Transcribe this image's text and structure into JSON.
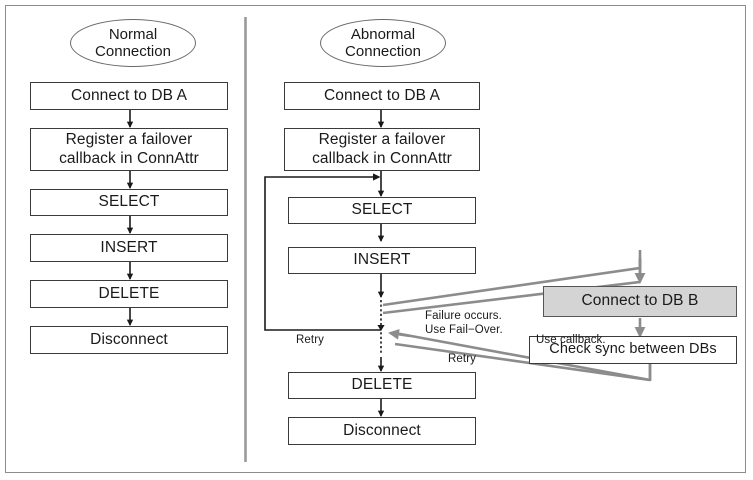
{
  "diagram": {
    "title": "Normal vs Abnormal Connection Failover Flow",
    "colors": {
      "frame_border": "#8c8c8c",
      "box_border": "#3a3a3a",
      "box_fill": "#ffffff",
      "shaded_box_fill": "#d4d4d4",
      "connector_gray": "#8c8c8c",
      "arrow_black": "#1a1a1a",
      "text": "#1a1a1a"
    },
    "divider": {
      "name": "column-divider"
    }
  },
  "left_column": {
    "header": "Normal\nConnection",
    "nodes": [
      {
        "id": "l-connect-a",
        "label": "Connect to DB A"
      },
      {
        "id": "l-register",
        "label": "Register a failover\ncallback in ConnAttr"
      },
      {
        "id": "l-select",
        "label": "SELECT"
      },
      {
        "id": "l-insert",
        "label": "INSERT"
      },
      {
        "id": "l-delete",
        "label": "DELETE"
      },
      {
        "id": "l-disconnect",
        "label": "Disconnect"
      }
    ]
  },
  "right_column": {
    "header": "Abnormal\nConnection",
    "nodes": [
      {
        "id": "r-connect-a",
        "label": "Connect to DB A"
      },
      {
        "id": "r-register",
        "label": "Register a failover\ncallback in ConnAttr"
      },
      {
        "id": "r-select",
        "label": "SELECT"
      },
      {
        "id": "r-insert",
        "label": "INSERT"
      },
      {
        "id": "r-delete",
        "label": "DELETE"
      },
      {
        "id": "r-disconnect",
        "label": "Disconnect"
      }
    ],
    "failover_nodes": [
      {
        "id": "r-connect-b",
        "label": "Connect to DB B",
        "shaded": true
      },
      {
        "id": "r-check-sync",
        "label": "Check sync between DBs",
        "shaded": false
      }
    ],
    "annotations": [
      {
        "id": "retry-left",
        "text": "Retry"
      },
      {
        "id": "failure-occurs",
        "text": "Failure occurs.\nUse Fail−Over."
      },
      {
        "id": "retry-right",
        "text": "Retry"
      },
      {
        "id": "use-callback",
        "text": "Use callback."
      }
    ]
  }
}
